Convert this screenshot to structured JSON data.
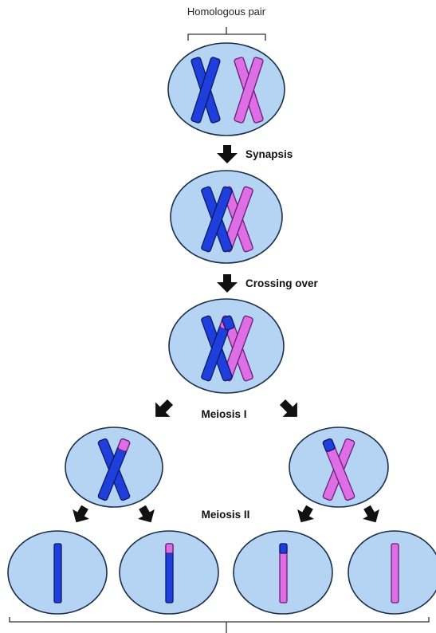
{
  "title": "Homologous pair",
  "steps": {
    "synapsis": "Synapsis",
    "crossing_over": "Crossing over",
    "meiosis_1": "Meiosis I",
    "meiosis_2": "Meiosis II"
  },
  "colors": {
    "cell_fill": "#b5d3f2",
    "chromosome_a": "#1f3fdc",
    "chromosome_b": "#dd6ee6"
  }
}
